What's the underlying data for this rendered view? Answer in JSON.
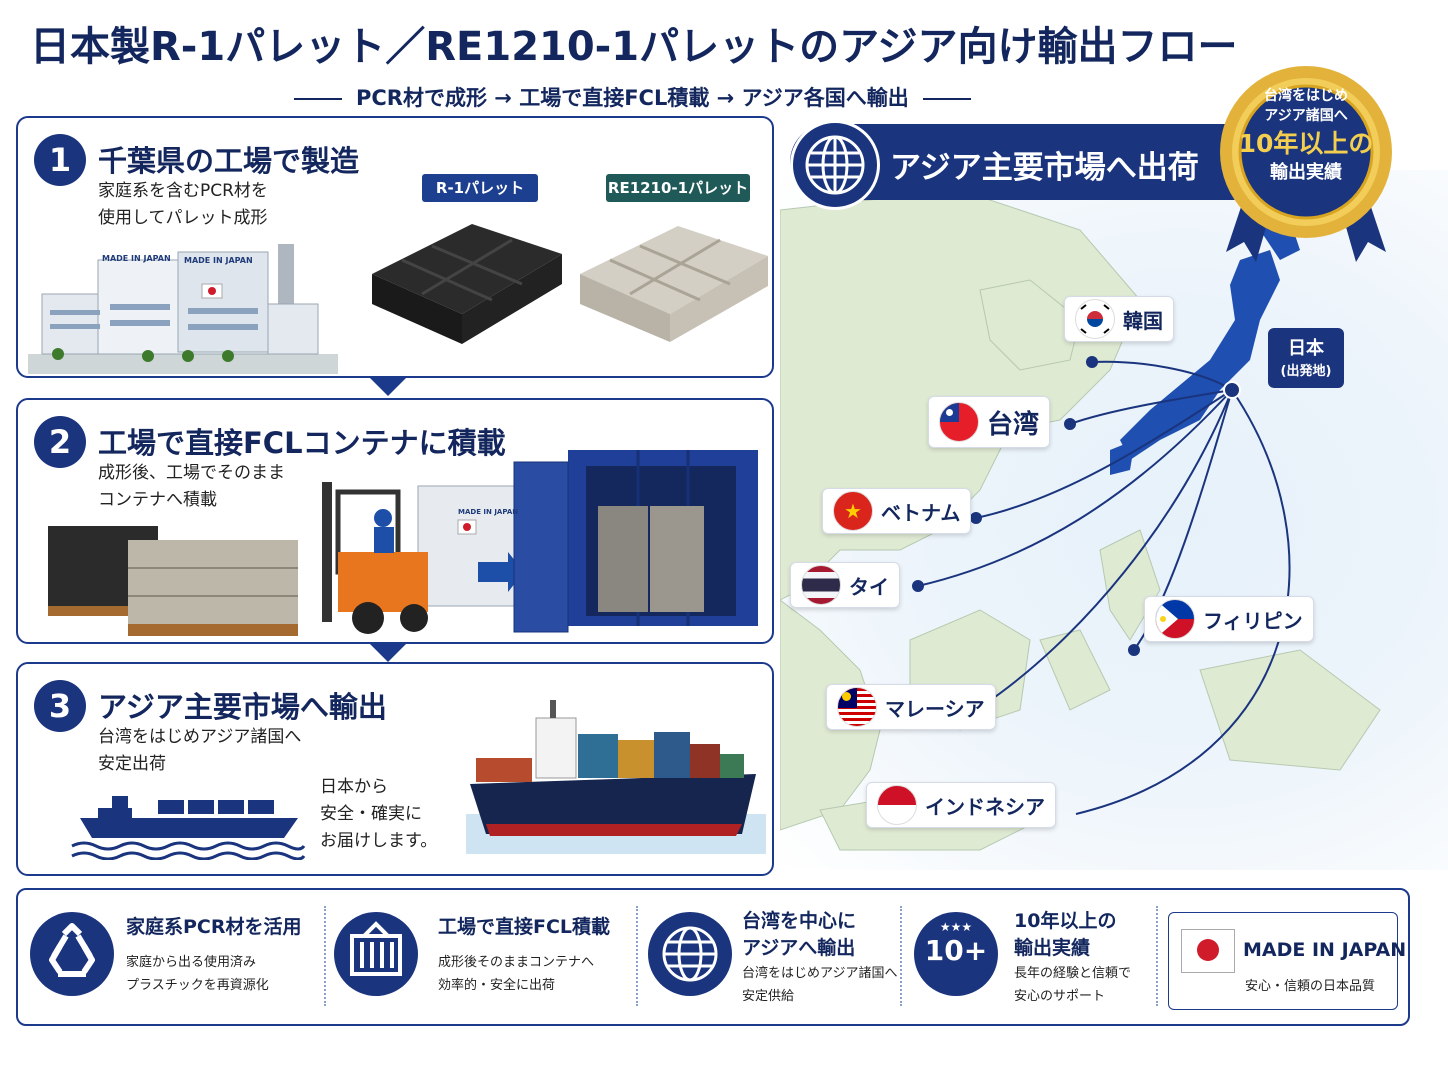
{
  "title": "日本製R-1パレット／RE1210-1パレットのアジア向け輸出フロー",
  "subtitle": "PCR材で成形 → 工場で直接FCL積載 → アジア各国へ輸出",
  "steps": [
    {
      "number": "1",
      "heading": "千葉県の工場で製造",
      "desc_line1": "家庭系を含むPCR材を",
      "desc_line2": "使用してパレット成形",
      "factory_sign1": "MADE IN JAPAN",
      "factory_sign2": "MADE IN JAPAN",
      "pallet_tag1": "R-1パレット",
      "pallet_tag2": "RE1210-1パレット"
    },
    {
      "number": "2",
      "heading": "工場で直接FCLコンテナに積載",
      "desc_line1": "成形後、工場でそのまま",
      "desc_line2": "コンテナへ積載",
      "factory_sign": "MADE IN JAPAN"
    },
    {
      "number": "3",
      "heading": "アジア主要市場へ輸出",
      "desc_line1": "台湾をはじめアジア諸国へ",
      "desc_line2": "安定出荷",
      "note_line1": "日本から",
      "note_line2": "安全・確実に",
      "note_line3": "お届けします。"
    }
  ],
  "map": {
    "header": "アジア主要市場へ出荷",
    "origin_line1": "日本",
    "origin_line2": "(出発地)",
    "countries": [
      {
        "name": "韓国",
        "flag": "korea"
      },
      {
        "name": "台湾",
        "flag": "taiwan"
      },
      {
        "name": "ベトナム",
        "flag": "vietnam"
      },
      {
        "name": "タイ",
        "flag": "thailand"
      },
      {
        "name": "フィリピン",
        "flag": "philippines"
      },
      {
        "name": "マレーシア",
        "flag": "malaysia"
      },
      {
        "name": "インドネシア",
        "flag": "indonesia"
      }
    ]
  },
  "badge": {
    "line1": "台湾をはじめ",
    "line2": "アジア諸国へ",
    "line3": "10年以上の",
    "line4": "輸出実績"
  },
  "features": [
    {
      "icon": "recycle-icon",
      "title": "家庭系PCR材を活用",
      "desc1": "家庭から出る使用済み",
      "desc2": "プラスチックを再資源化"
    },
    {
      "icon": "container-icon",
      "title": "工場で直接FCL積載",
      "desc1": "成形後そのままコンテナへ",
      "desc2": "効率的・安全に出荷"
    },
    {
      "icon": "globe-icon",
      "title1": "台湾を中心に",
      "title2": "アジアへ輸出",
      "desc1": "台湾をはじめアジア諸国へ",
      "desc2": "安定供給"
    },
    {
      "icon": "ten-plus-icon",
      "icon_text": "10+",
      "title1": "10年以上の",
      "title2": "輸出実績",
      "desc1": "長年の経験と信頼で",
      "desc2": "安心のサポート"
    },
    {
      "icon": "japan-flag-icon",
      "title": "MADE IN JAPAN",
      "desc": "安心・信頼の日本品質"
    }
  ],
  "colors": {
    "navy": "#1a347e",
    "gold": "#d9a521",
    "tag_blue": "#1d3f8f",
    "tag_teal": "#1f5a58"
  }
}
